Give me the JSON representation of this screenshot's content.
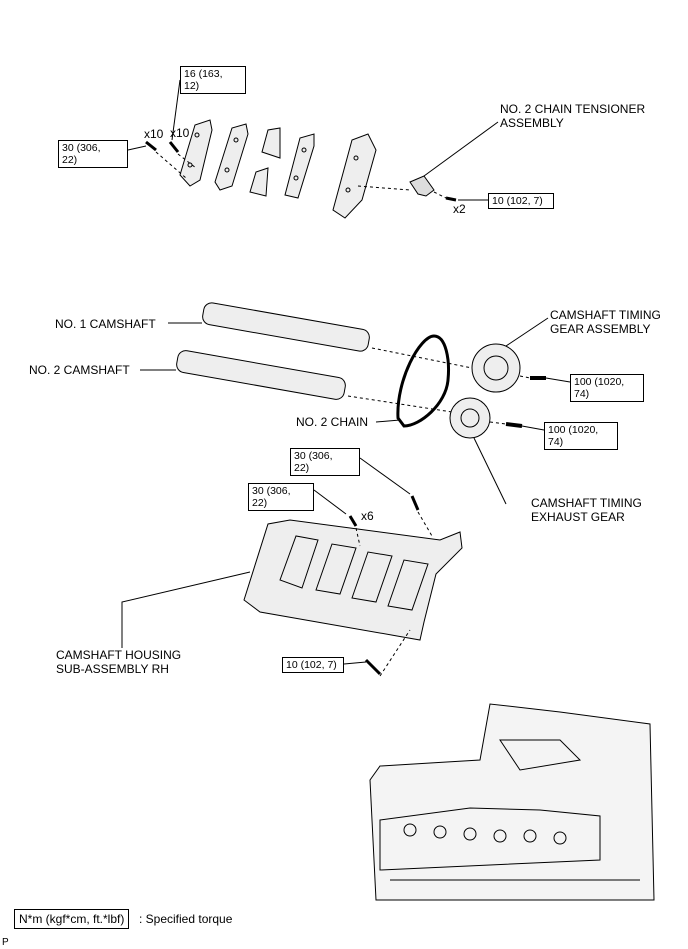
{
  "labels": {
    "chain_tensioner": [
      "NO. 2 CHAIN TENSIONER",
      "ASSEMBLY"
    ],
    "no1_camshaft": "NO. 1 CAMSHAFT",
    "no2_camshaft": "NO. 2 CAMSHAFT",
    "no2_chain": "NO. 2 CHAIN",
    "timing_gear": [
      "CAMSHAFT TIMING",
      "GEAR ASSEMBLY"
    ],
    "exhaust_gear": [
      "CAMSHAFT TIMING",
      "EXHAUST GEAR"
    ],
    "housing": [
      "CAMSHAFT HOUSING",
      "SUB-ASSEMBLY RH"
    ]
  },
  "torques": {
    "t1": [
      "16 (163,",
      "12)"
    ],
    "t2": [
      "30 (306,",
      "22)"
    ],
    "t3": [
      "10 (102, 7)"
    ],
    "t4": [
      "100 (1020,",
      "74)"
    ],
    "t5": [
      "100 (1020,",
      "74)"
    ],
    "t6": [
      "30 (306,",
      "22)"
    ],
    "t7": [
      "30 (306,",
      "22)"
    ],
    "t8": [
      "10 (102, 7)"
    ]
  },
  "quantities": {
    "q1": "x10",
    "q2": "x10",
    "q3": "x2",
    "q4": "x6"
  },
  "legend": {
    "unit": "N*m (kgf*cm, ft.*lbf)",
    "text": ": Specified torque"
  },
  "corner_mark": "P"
}
